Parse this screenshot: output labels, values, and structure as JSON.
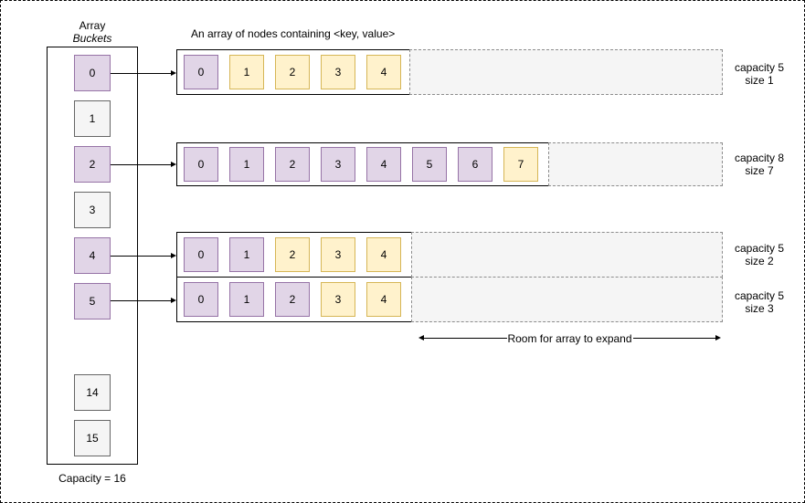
{
  "colors": {
    "purple_fill": "#E1D5E7",
    "purple_border": "#9673A6",
    "yellow_fill": "#FFF2CC",
    "yellow_border": "#D6B656",
    "gray_fill": "#F5F5F5",
    "gray_border": "#666666"
  },
  "note": "An array of nodes containing <key, value>",
  "bucket_column": {
    "title_line1": "Array",
    "title_line2": "Buckets",
    "capacity_label": "Capacity = 16",
    "buckets": [
      {
        "label": "0",
        "style": "purple"
      },
      {
        "label": "1",
        "style": "gray"
      },
      {
        "label": "2",
        "style": "purple"
      },
      {
        "label": "3",
        "style": "gray"
      },
      {
        "label": "4",
        "style": "purple"
      },
      {
        "label": "5",
        "style": "purple"
      },
      {
        "label": "14",
        "style": "gray"
      },
      {
        "label": "15",
        "style": "gray"
      }
    ]
  },
  "node_arrays": [
    {
      "capacity_text": "capacity 5",
      "size_text": "size 1",
      "cells": [
        {
          "label": "0",
          "style": "purple"
        },
        {
          "label": "1",
          "style": "yellow"
        },
        {
          "label": "2",
          "style": "yellow"
        },
        {
          "label": "3",
          "style": "yellow"
        },
        {
          "label": "4",
          "style": "yellow"
        }
      ]
    },
    {
      "capacity_text": "capacity 8",
      "size_text": "size 7",
      "cells": [
        {
          "label": "0",
          "style": "purple"
        },
        {
          "label": "1",
          "style": "purple"
        },
        {
          "label": "2",
          "style": "purple"
        },
        {
          "label": "3",
          "style": "purple"
        },
        {
          "label": "4",
          "style": "purple"
        },
        {
          "label": "5",
          "style": "purple"
        },
        {
          "label": "6",
          "style": "purple"
        },
        {
          "label": "7",
          "style": "yellow"
        }
      ]
    },
    {
      "capacity_text": "capacity 5",
      "size_text": "size 2",
      "cells": [
        {
          "label": "0",
          "style": "purple"
        },
        {
          "label": "1",
          "style": "purple"
        },
        {
          "label": "2",
          "style": "yellow"
        },
        {
          "label": "3",
          "style": "yellow"
        },
        {
          "label": "4",
          "style": "yellow"
        }
      ]
    },
    {
      "capacity_text": "capacity 5",
      "size_text": "size 3",
      "cells": [
        {
          "label": "0",
          "style": "purple"
        },
        {
          "label": "1",
          "style": "purple"
        },
        {
          "label": "2",
          "style": "purple"
        },
        {
          "label": "3",
          "style": "yellow"
        },
        {
          "label": "4",
          "style": "yellow"
        }
      ]
    }
  ],
  "expand_label": "Room for array to expand"
}
